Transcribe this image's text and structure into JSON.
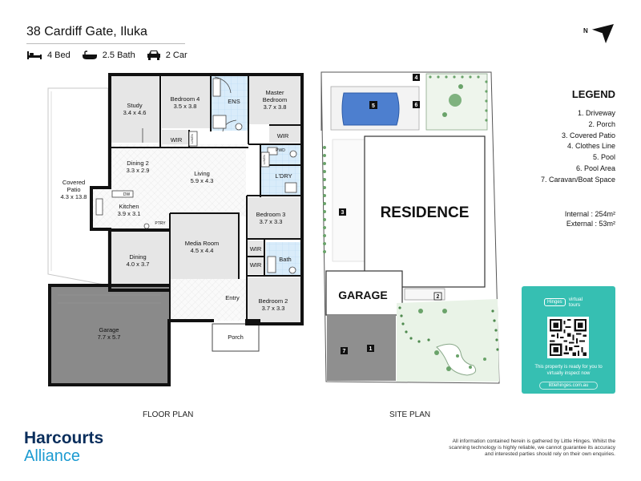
{
  "header": {
    "address": "38 Cardiff Gate, Iluka",
    "features": [
      {
        "icon": "bed-icon",
        "label": "4 Bed"
      },
      {
        "icon": "bath-icon",
        "label": "2.5 Bath"
      },
      {
        "icon": "car-icon",
        "label": "2 Car"
      }
    ]
  },
  "compass": {
    "label": "N"
  },
  "floor_plan": {
    "caption": "FLOOR PLAN",
    "rooms": {
      "study": {
        "name": "Study",
        "size": "3.4 x 4.6"
      },
      "bedroom4": {
        "name": "Bedroom 4",
        "size": "3.5 x 3.8"
      },
      "ens": {
        "name": "ENS"
      },
      "master": {
        "name": "Master",
        "name2": "Bedroom",
        "size": "3.7 x 3.8"
      },
      "wir1": {
        "name": "WIR"
      },
      "wir2": {
        "name": "WIR"
      },
      "wir3": {
        "name": "WIR"
      },
      "wir4": {
        "name": "WIR"
      },
      "dining2": {
        "name": "Dining 2",
        "size": "3.3 x 2.9"
      },
      "living": {
        "name": "Living",
        "size": "5.9 x 4.3"
      },
      "pwd": {
        "name": "PWD"
      },
      "ldry": {
        "name": "L'DRY"
      },
      "patio": {
        "name": "Covered",
        "name2": "Patio",
        "size": "4.3 x 13.8"
      },
      "kitchen": {
        "name": "Kitchen",
        "size": "3.9 x 3.1"
      },
      "dw": {
        "name": "DW"
      },
      "ptry": {
        "name": "PTRY"
      },
      "bedroom3": {
        "name": "Bedroom 3",
        "size": "3.7 x 3.3"
      },
      "media": {
        "name": "Media Room",
        "size": "4.5 x 4.4"
      },
      "dining": {
        "name": "Dining",
        "size": "4.0 x 3.7"
      },
      "bath": {
        "name": "Bath"
      },
      "entry": {
        "name": "Entry"
      },
      "bedroom2": {
        "name": "Bedroom 2",
        "size": "3.7 x 3.3"
      },
      "garage": {
        "name": "Garage",
        "size": "7.7 x 5.7"
      },
      "porch": {
        "name": "Porch"
      },
      "linen1": {
        "name": "LINEN"
      },
      "linen2": {
        "name": "LINEN"
      }
    }
  },
  "site_plan": {
    "caption": "SITE PLAN",
    "residence": "RESIDENCE",
    "garage": "GARAGE",
    "markers": [
      "1",
      "2",
      "3",
      "4",
      "5",
      "6",
      "7"
    ]
  },
  "legend": {
    "title": "LEGEND",
    "items": [
      "1. Driveway",
      "2. Porch",
      "3. Covered Patio",
      "4. Clothes Line",
      "5. Pool",
      "6. Pool Area",
      "7. Caravan/Boat Space"
    ]
  },
  "areas": {
    "internal_label": "Internal",
    "internal_value": "254m²",
    "external_label": "External",
    "external_value": "53m²"
  },
  "virtual_tour": {
    "badge": "Hinges",
    "brand_line1": "virtual",
    "brand_line2": "tours",
    "text": "This property is ready for you to virtually inspect now",
    "url": "littlehinges.com.au"
  },
  "branding": {
    "line1": "Harcourts",
    "line2": "Alliance"
  },
  "disclaimer": "All information contained herein is gathered by Little Hinges. Whilst the scanning technology is highly reliable, we cannot guarantee its accuracy and interested parties should rely on their own enquiries."
}
